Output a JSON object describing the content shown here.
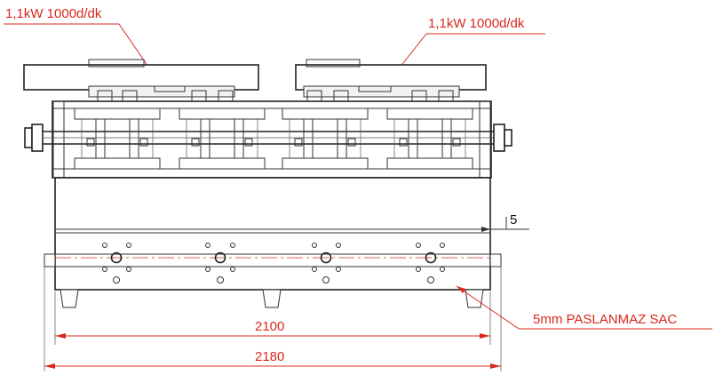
{
  "drawing": {
    "motor_labels": [
      "1,1kW 1000d/dk",
      "1,1kW 1000d/dk"
    ],
    "material_label": "5mm PASLANMAZ SAC",
    "dimensions": {
      "inner_width": "2100",
      "outer_width": "2180",
      "offset": "5"
    },
    "colors": {
      "annotation": "#d8281c",
      "linework": "#333333"
    }
  }
}
